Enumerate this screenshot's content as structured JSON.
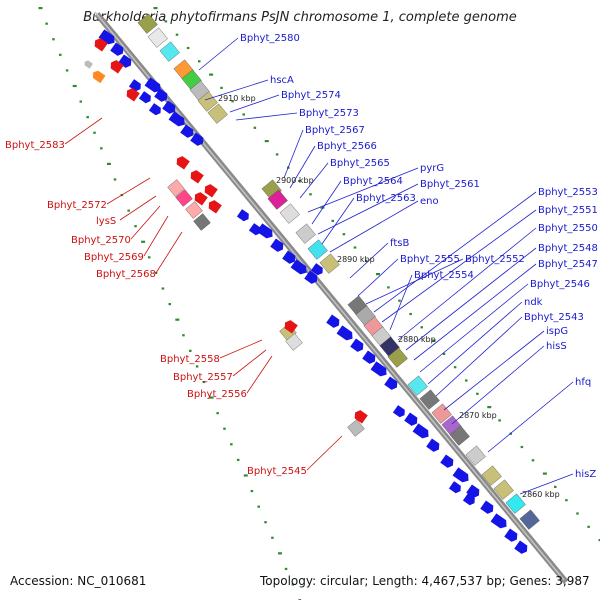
{
  "title": "Burkholderia phytofirmans PsJN chromosome 1, complete genome",
  "footer": {
    "accession": "Accession: NC_010681",
    "topology": "Topology: circular; Length: 4,467,537 bp; Genes: 3,987"
  },
  "colors": {
    "forward_label": "#1a1acc",
    "reverse_label": "#cc1111",
    "forward_arrow": "#1414e6",
    "reverse_arrow": "#e61414",
    "backbone": "#888888",
    "tick_dot": "#2e8b2e"
  },
  "scale_labels": [
    "2910 kbp",
    "2900 kbp",
    "2890 kbp",
    "2880 kbp",
    "2870 kbp",
    "2860 kbp"
  ],
  "forward_genes": [
    "Bphyt_2580",
    "hscA",
    "Bphyt_2574",
    "Bphyt_2573",
    "Bphyt_2567",
    "Bphyt_2566",
    "Bphyt_2565",
    "pyrG",
    "Bphyt_2564",
    "Bphyt_2561",
    "Bphyt_2563",
    "eno",
    "ftsB",
    "Bphyt_2555",
    "Bphyt_2552",
    "Bphyt_2553",
    "Bphyt_2551",
    "Bphyt_2554",
    "Bphyt_2550",
    "Bphyt_2548",
    "Bphyt_2547",
    "Bphyt_2546",
    "ndk",
    "Bphyt_2543",
    "ispG",
    "hisS",
    "hfq",
    "hisZ"
  ],
  "reverse_genes": [
    "Bphyt_2583",
    "Bphyt_2572",
    "lysS",
    "Bphyt_2570",
    "Bphyt_2569",
    "Bphyt_2568",
    "Bphyt_2558",
    "Bphyt_2557",
    "Bphyt_2556",
    "Bphyt_2545"
  ]
}
